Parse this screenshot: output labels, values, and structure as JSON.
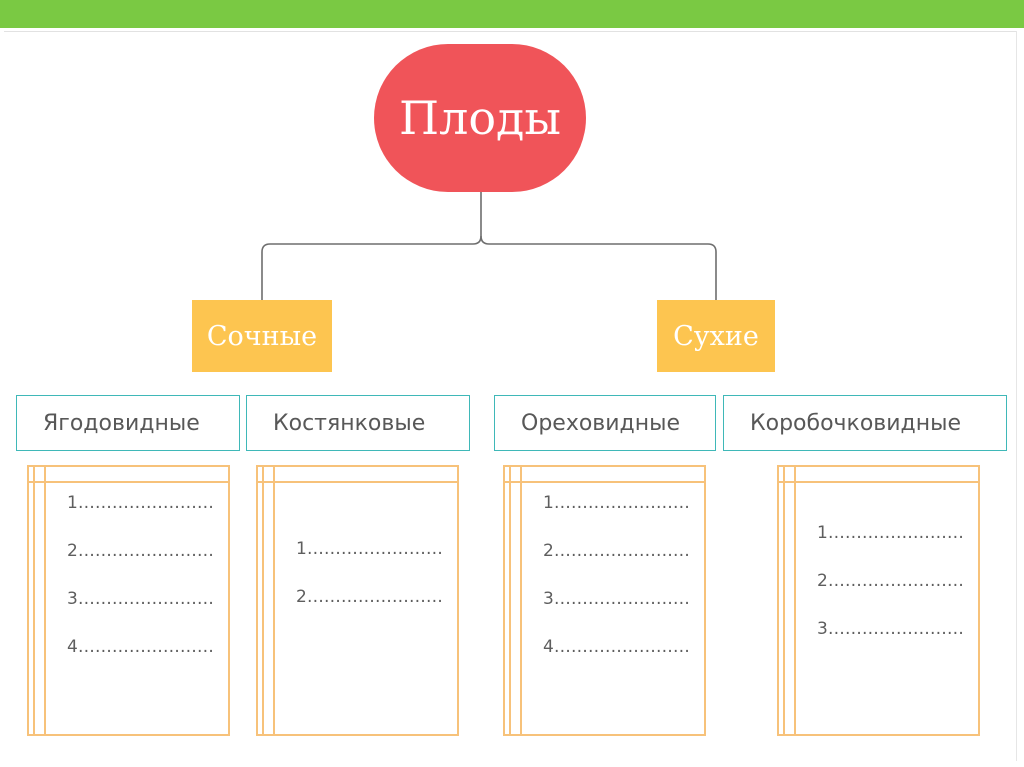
{
  "root": {
    "label": "Плоды"
  },
  "categories": [
    {
      "label": "Сочные"
    },
    {
      "label": "Сухие"
    }
  ],
  "types": [
    {
      "label": "Ягодовидные"
    },
    {
      "label": "Костянковые"
    },
    {
      "label": "Ореховидные"
    },
    {
      "label": "Коробочковидные"
    }
  ],
  "cards": [
    {
      "items": [
        "1……………………",
        "2……………………",
        "3……………………",
        "4……………………"
      ]
    },
    {
      "items": [
        "1……………………",
        "2……………………"
      ]
    },
    {
      "items": [
        "1……………………",
        "2……………………",
        "3……………………",
        "4……………………"
      ]
    },
    {
      "items": [
        "1……………………",
        "2……………………",
        "3……………………"
      ]
    }
  ],
  "colors": {
    "header": "#7ac943",
    "root": "#f05459",
    "category": "#fdc550",
    "type_border": "#3fb8b8",
    "card_border": "#f7c27a",
    "connector": "#6e6e6e"
  }
}
